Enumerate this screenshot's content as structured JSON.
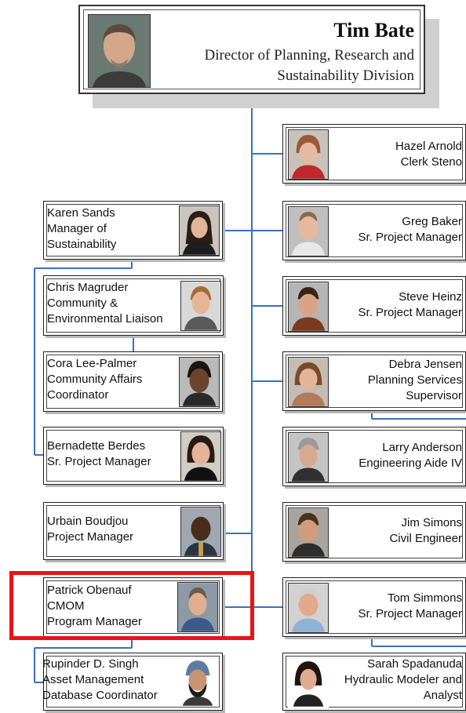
{
  "director": {
    "name": "Tim Bate",
    "title_lines": [
      "Director of Planning, Research and",
      "Sustainability Division"
    ],
    "photo_icon": "person-photo-icon"
  },
  "highlight_color": "#e8141b",
  "line_color": "#3a6fc4",
  "left_column": [
    {
      "lines": [
        "Karen Sands",
        "Manager of",
        "Sustainability"
      ]
    },
    {
      "lines": [
        "Chris Magruder",
        "Community &",
        "Environmental Liaison"
      ]
    },
    {
      "lines": [
        "Cora Lee-Palmer",
        "Community Affairs",
        "Coordinator"
      ]
    },
    {
      "lines": [
        "Bernadette Berdes",
        "Sr. Project Manager"
      ]
    },
    {
      "lines": [
        "Urbain Boudjou",
        "Project Manager"
      ]
    },
    {
      "lines": [
        "Patrick Obenauf",
        "CMOM",
        "Program Manager"
      ]
    },
    {
      "lines": [
        "Rupinder D. Singh",
        "Asset Management",
        "Database Coordinator"
      ]
    }
  ],
  "right_column": [
    {
      "lines": [
        "Hazel Arnold",
        "Clerk Steno"
      ]
    },
    {
      "lines": [
        "Greg Baker",
        "Sr. Project Manager"
      ]
    },
    {
      "lines": [
        "Steve Heinz",
        "Sr. Project Manager"
      ]
    },
    {
      "lines": [
        "Debra Jensen",
        "Planning Services",
        "Supervisor"
      ]
    },
    {
      "lines": [
        "Larry Anderson",
        "Engineering Aide IV"
      ]
    },
    {
      "lines": [
        "Jim Simons",
        "Civil Engineer"
      ]
    },
    {
      "lines": [
        "Tom Simmons",
        "Sr. Project Manager"
      ]
    },
    {
      "lines": [
        "Sarah Spadanuda",
        "Hydraulic Modeler and",
        "Analyst"
      ]
    }
  ]
}
